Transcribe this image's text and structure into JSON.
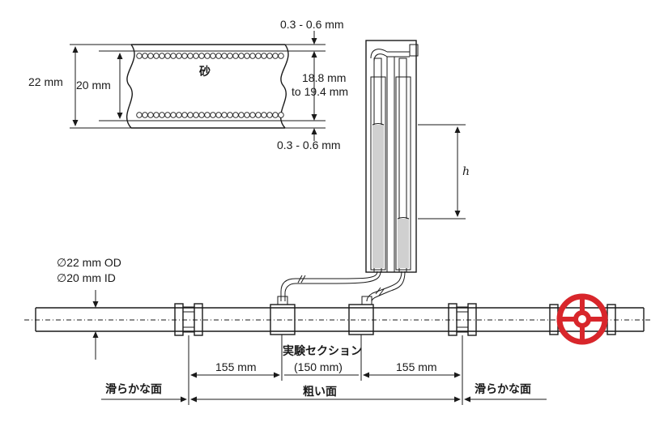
{
  "labels": {
    "wall_top": "0.3 - 0.6 mm",
    "wall_bottom": "0.3 - 0.6 mm",
    "od": "22 mm",
    "id": "20 mm",
    "sand": "砂",
    "inner_range_1": "18.8 mm",
    "inner_range_2": "to 19.4 mm",
    "h": "h",
    "pipe_od": "∅22 mm OD",
    "pipe_id": "∅20 mm ID",
    "test_section": "実験セクション",
    "test_section_len": "(150 mm)",
    "len_left": "155 mm",
    "len_right": "155 mm",
    "smooth_left": "滑らかな面",
    "rough": "粗い面",
    "smooth_right": "滑らかな面"
  },
  "colors": {
    "valve": "#d8262b",
    "fluid": "#d0d0d0",
    "line": "#1a1a1a"
  },
  "icons": {
    "valve": "valve-wheel-icon"
  }
}
